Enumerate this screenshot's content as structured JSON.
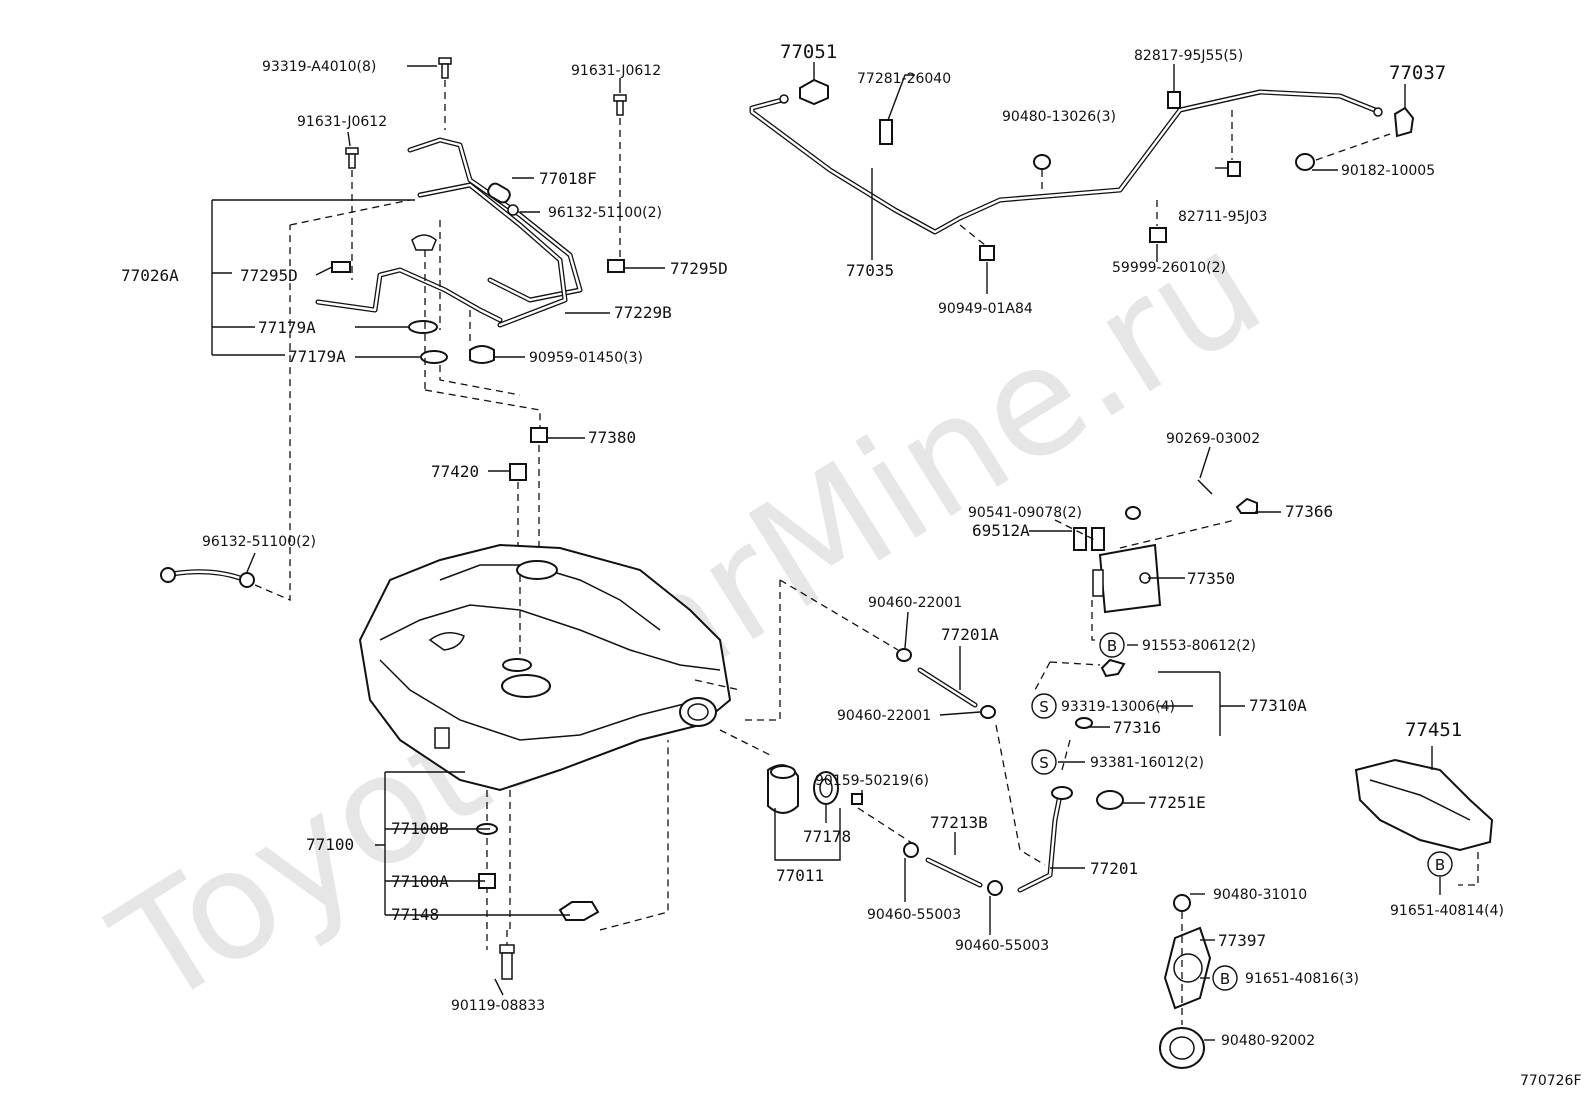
{
  "watermark": "ToyotaCarMine.ru",
  "diagram_code": "770726F",
  "labels": {
    "p93319_a4010": "93319-A4010(8)",
    "p91631_j0612_a": "91631-J0612",
    "p91631_j0612_b": "91631-J0612",
    "p77018f": "77018F",
    "p96132_51100_a": "96132-51100(2)",
    "p77026a": "77026A",
    "p77295d_a": "77295D",
    "p77295d_b": "77295D",
    "p77229b": "77229B",
    "p77179a_a": "77179A",
    "p77179a_b": "77179A",
    "p90959_01450": "90959-01450(3)",
    "p77380": "77380",
    "p77420": "77420",
    "p96132_51100_b": "96132-51100(2)",
    "p77051": "77051",
    "p77281_26040": "77281-26040",
    "p82817_95j55": "82817-95J55(5)",
    "p77037": "77037",
    "p90480_13026": "90480-13026(3)",
    "p90182_10005": "90182-10005",
    "p82711_95j03": "82711-95J03",
    "p77035": "77035",
    "p59999_26010": "59999-26010(2)",
    "p90949_01a84": "90949-01A84",
    "p90269_03002": "90269-03002",
    "p90541_09078": "90541-09078(2)",
    "p77366": "77366",
    "p69512a": "69512A",
    "p77350": "77350",
    "p91553_80612": "91553-80612(2)",
    "p90460_22001_a": "90460-22001",
    "p77201a": "77201A",
    "p90460_22001_b": "90460-22001",
    "p93319_13006": "93319-13006(4)",
    "p77310a": "77310A",
    "p77316": "77316",
    "p93381_16012": "93381-16012(2)",
    "p90159_50219": "90159-50219(6)",
    "p77251e": "77251E",
    "p77178": "77178",
    "p77213b": "77213B",
    "p77201": "77201",
    "p77011": "77011",
    "p77100": "77100",
    "p77100b": "77100B",
    "p77100a": "77100A",
    "p77148": "77148",
    "p90119_08833": "90119-08833",
    "p90460_55003_a": "90460-55003",
    "p90460_55003_b": "90460-55003",
    "p90480_31010": "90480-31010",
    "p77397": "77397",
    "p91651_40816": "91651-40816(3)",
    "p90480_92002": "90480-92002",
    "p77451": "77451",
    "p91651_40814": "91651-40814(4)"
  },
  "markers": {
    "b1": "B",
    "b2": "B",
    "b3": "B",
    "s1": "S",
    "s2": "S"
  }
}
